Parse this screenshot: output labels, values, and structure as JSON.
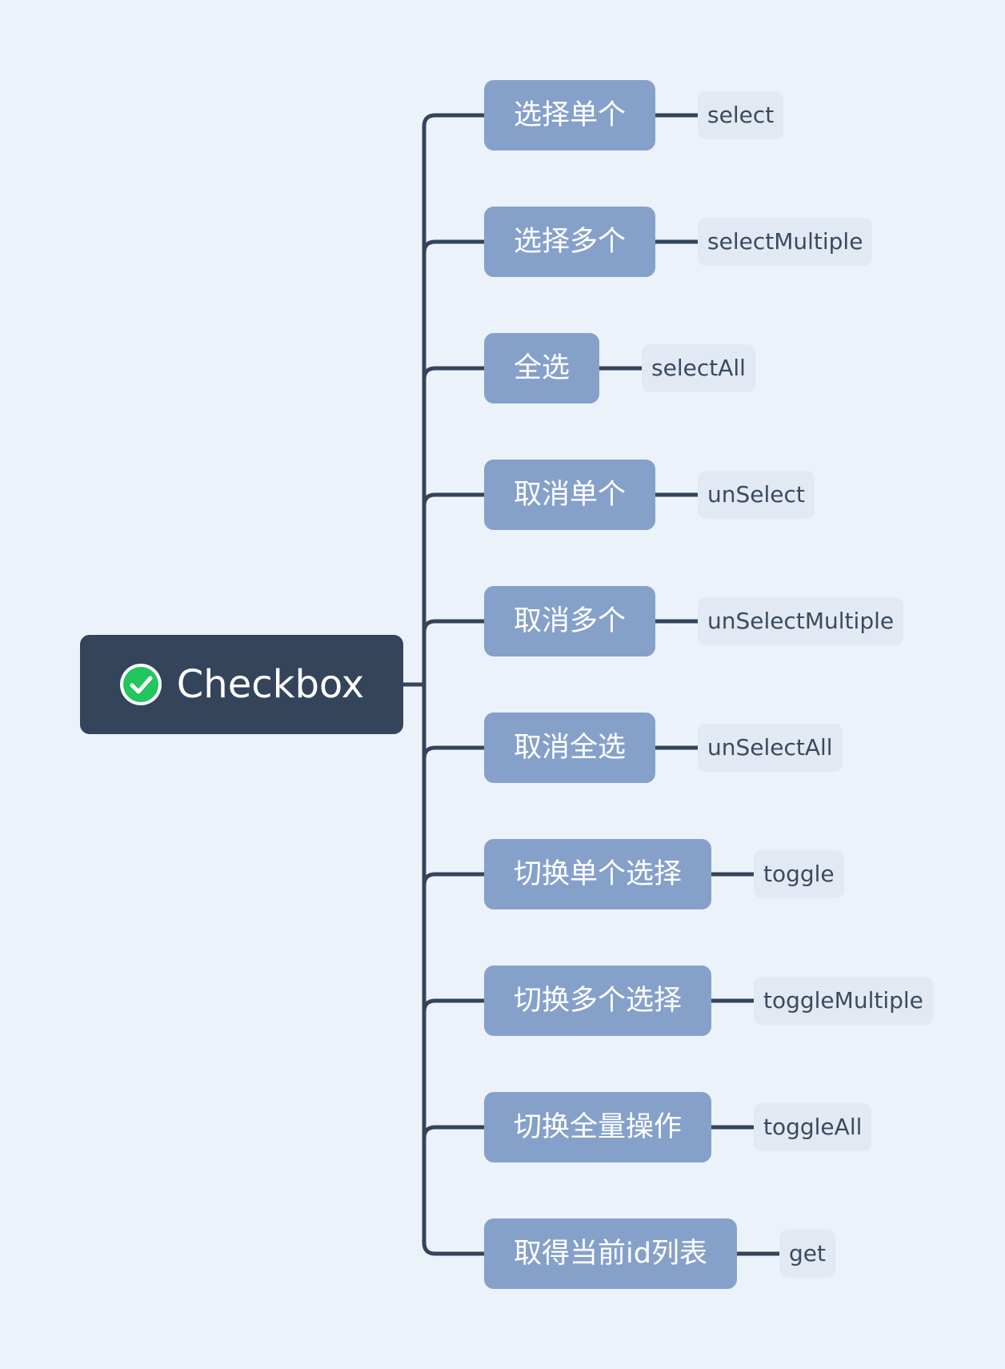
{
  "root": {
    "label": "Checkbox",
    "icon": "check-circle-icon",
    "colors": {
      "background": "#34445b",
      "icon": "#22c55e"
    }
  },
  "branches": [
    {
      "label": "选择单个",
      "method": "select"
    },
    {
      "label": "选择多个",
      "method": "selectMultiple"
    },
    {
      "label": "全选",
      "method": "selectAll"
    },
    {
      "label": "取消单个",
      "method": "unSelect"
    },
    {
      "label": "取消多个",
      "method": "unSelectMultiple"
    },
    {
      "label": "取消全选",
      "method": "unSelectAll"
    },
    {
      "label": "切换单个选择",
      "method": "toggle"
    },
    {
      "label": "切换多个选择",
      "method": "toggleMultiple"
    },
    {
      "label": "切换全量操作",
      "method": "toggleAll"
    },
    {
      "label": "取得当前id列表",
      "method": "get"
    }
  ],
  "colors": {
    "page_background": "#ecf2f9",
    "connector": "#34445b",
    "branch_fill": "#86a1c9",
    "leaf_fill": "#e3e9f2",
    "leaf_text": "#3a4a5f"
  }
}
